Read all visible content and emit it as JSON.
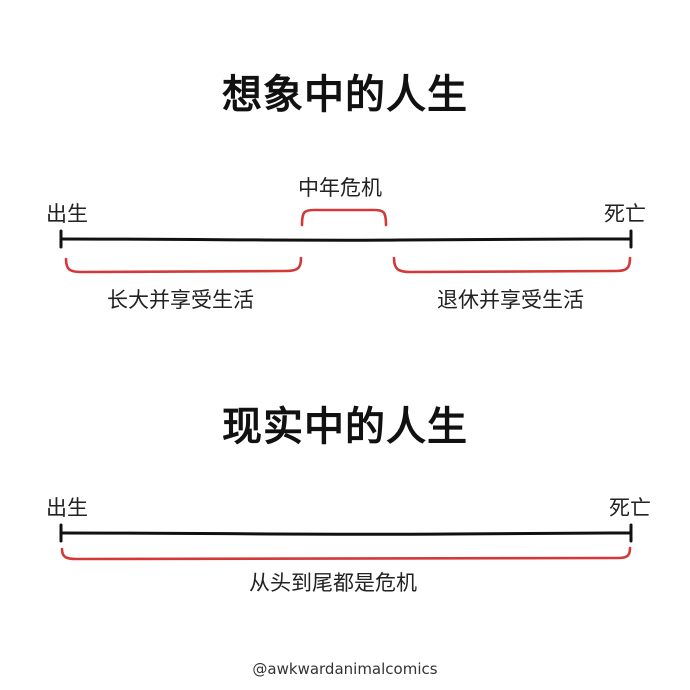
{
  "colors": {
    "line": "#111111",
    "bracket": "#d23a3a"
  },
  "ideal": {
    "title": "想象中的人生",
    "birth": "出生",
    "death": "死亡",
    "midlife": "中年危机",
    "growing_up": "长大并享受生活",
    "retirement": "退休并享受生活"
  },
  "reality": {
    "title": "现实中的人生",
    "birth": "出生",
    "death": "死亡",
    "all_crisis": "从头到尾都是危机"
  },
  "watermark": "@awkwardanimalcomics"
}
